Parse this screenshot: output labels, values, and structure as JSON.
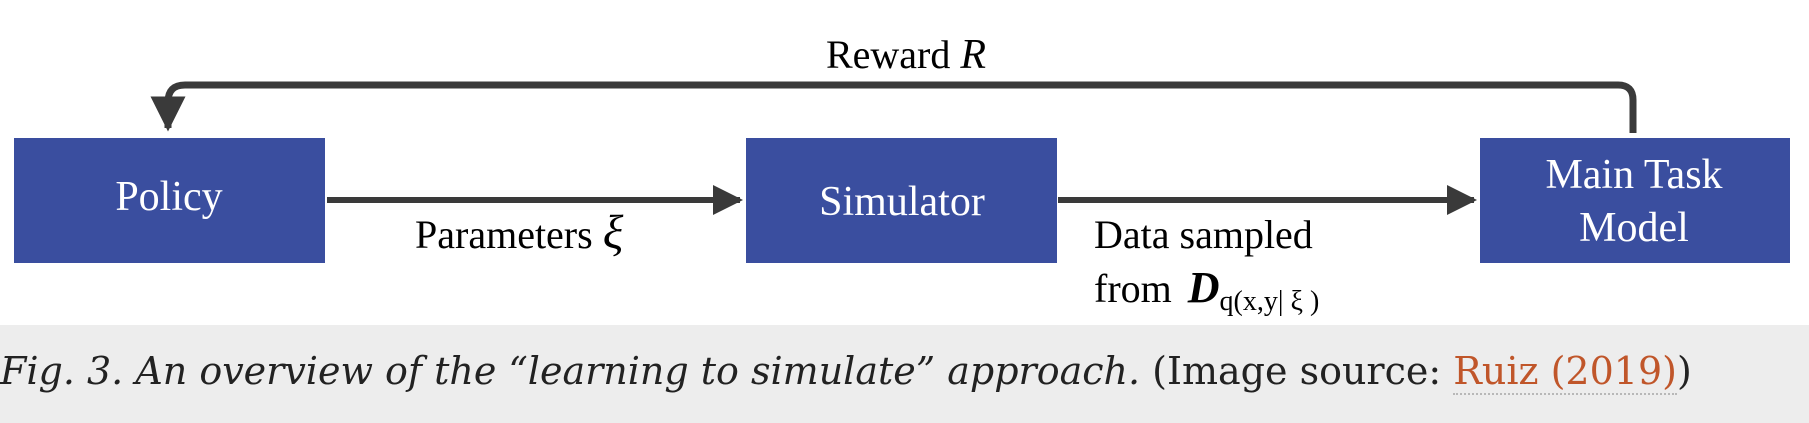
{
  "diagram": {
    "colors": {
      "box_fill": "#3a4e9f",
      "arrow": "#3a3a3a",
      "box_text": "#ffffff",
      "label_text": "#000000"
    },
    "nodes": {
      "policy": "Policy",
      "simulator": "Simulator",
      "main_task_model_line1": "Main Task",
      "main_task_model_line2": "Model"
    },
    "edges": {
      "reward_text": "Reward",
      "reward_symbol": "R",
      "parameters_text": "Parameters",
      "parameters_symbol": "ξ",
      "data_line1": "Data sampled",
      "data_line2_text": "from",
      "data_symbol": "D",
      "data_subscript": "q(x,y| ξ )"
    }
  },
  "caption": {
    "text_italic": "Fig. 3. An overview of the “learning to simulate” approach.",
    "source_prefix": " (Image source: ",
    "link_text": "Ruiz (2019)",
    "source_suffix": ")"
  }
}
